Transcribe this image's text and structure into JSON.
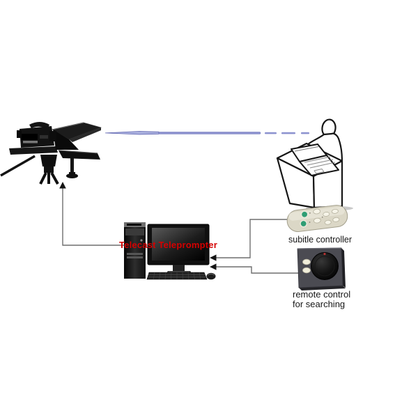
{
  "diagram": {
    "title_overlay": "Telecast Teleprompter",
    "labels": {
      "controller": "subitle controller",
      "remote_line1": "remote control",
      "remote_line2": "for searching"
    },
    "components": [
      {
        "name": "teleprompter-camera-rig",
        "caption": ""
      },
      {
        "name": "presenter-at-podium-with-laptop",
        "caption": ""
      },
      {
        "name": "desktop-computer",
        "caption": "Telecast Teleprompter"
      },
      {
        "name": "subtitle-controller-remote",
        "caption": "subitle controller"
      },
      {
        "name": "search-remote-knob-box",
        "caption": "remote control for searching"
      }
    ],
    "colors": {
      "label_red": "#d40000",
      "ink": "#161616",
      "line_gray": "#6e6e6e",
      "arrow_black": "#141414",
      "ray_blue": "#8d93cf",
      "ray_fill": "#aab0de",
      "ray_edge": "#5f65b0",
      "controller_body": "#dbd7c6",
      "controller_green": "#2f9d74",
      "remote_box_gray": "#4b4b52",
      "knob_black": "#0a0a0a",
      "shadow_gray": "#c9c9c9"
    }
  }
}
